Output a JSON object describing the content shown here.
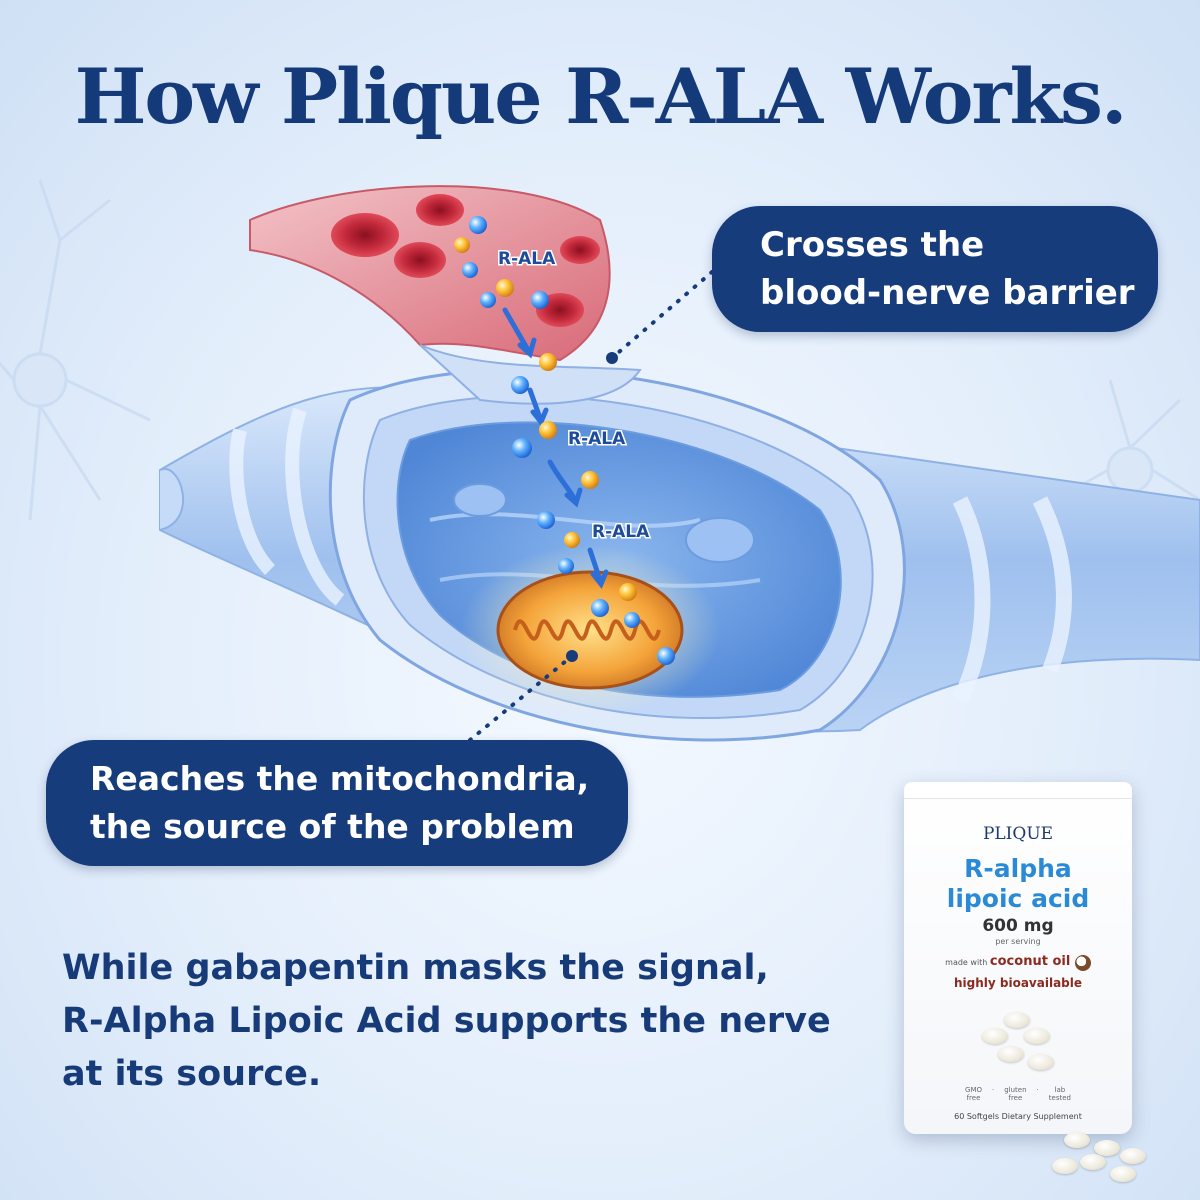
{
  "headline": "How Plique R-ALA Works.",
  "molecule_label": "R-ALA",
  "callouts": {
    "barrier": [
      "Crosses the",
      "blood-nerve barrier"
    ],
    "mitochondria": [
      "Reaches the mitochondria,",
      "the source of the problem"
    ]
  },
  "summary": [
    "While gabapentin masks the signal,",
    "R-Alpha Lipoic Acid supports the nerve",
    "at its source."
  ],
  "product": {
    "brand": "PLIQUE",
    "name": [
      "R-alpha",
      "lipoic acid"
    ],
    "dose": "600 mg",
    "serving": "per serving",
    "made_with_prefix": "made with",
    "made_with": "coconut oil",
    "bioavailability": "highly bioavailable",
    "badges": [
      [
        "GMO",
        "free"
      ],
      [
        "gluten",
        "free"
      ],
      [
        "lab",
        "tested"
      ]
    ],
    "footer": "60 Softgels Dietary Supplement"
  },
  "colors": {
    "navy": "#163c7c",
    "accent_blue": "#2a8ad6",
    "nerve_blue": "#a9c8f0",
    "blood_red": "#c8283a",
    "mitochondria_orange": "#f0a030"
  }
}
